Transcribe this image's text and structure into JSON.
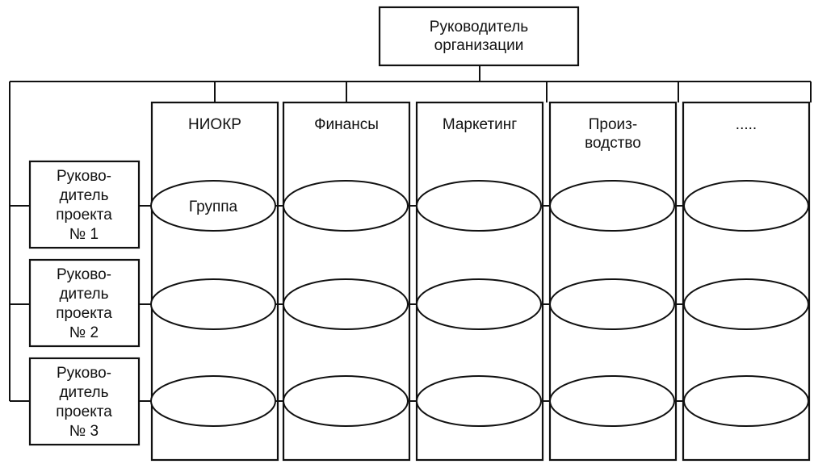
{
  "head": {
    "lines": [
      "Руководитель",
      "организации"
    ]
  },
  "departments": [
    {
      "lines": [
        "НИОКР"
      ]
    },
    {
      "lines": [
        "Финансы"
      ]
    },
    {
      "lines": [
        "Маркетинг"
      ]
    },
    {
      "lines": [
        "Произ-",
        "водство"
      ]
    },
    {
      "lines": [
        "....."
      ]
    }
  ],
  "project_managers": [
    {
      "lines": [
        "Руково-",
        "дитель",
        "проекта",
        "№ 1"
      ]
    },
    {
      "lines": [
        "Руково-",
        "дитель",
        "проекта",
        "№ 2"
      ]
    },
    {
      "lines": [
        "Руково-",
        "дитель",
        "проекта",
        "№ 3"
      ]
    }
  ],
  "group_label": "Группа"
}
